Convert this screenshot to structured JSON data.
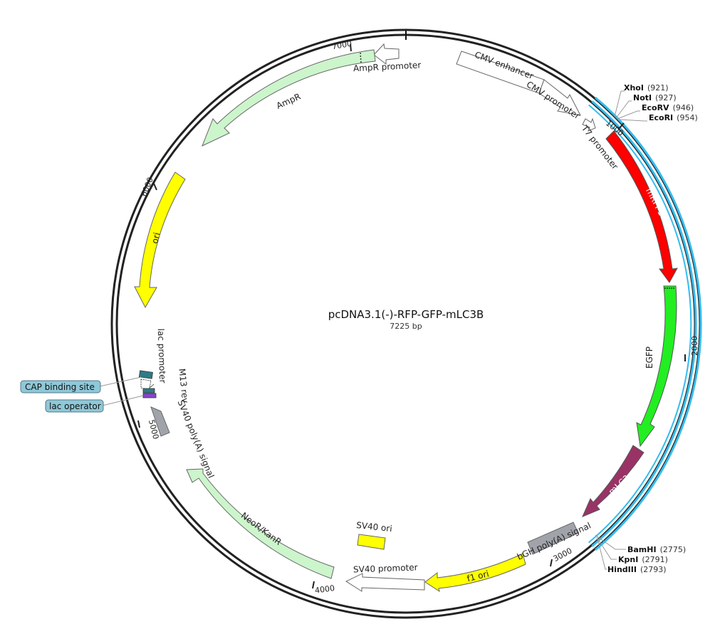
{
  "title": "pcDNA3.1(-)-RFP-GFP-mLC3B",
  "subtitle": "7225 bp",
  "ticks": [
    "1000",
    "2000",
    "3000",
    "4000",
    "5000",
    "6000",
    "7000"
  ],
  "features": {
    "ampr_promoter": "AmpR promoter",
    "ampr": "AmpR",
    "ori": "ori",
    "lac_promoter": "lac promoter",
    "m13_rev": "M13 rev",
    "sv40_polya": "SV40 poly(A) signal",
    "neor": "NeoR/KanR",
    "sv40_ori": "SV40 ori",
    "sv40_promoter": "SV40 promoter",
    "f1_ori": "f1 ori",
    "bgh": "bGH poly(A) signal",
    "mlc3": "mLC3",
    "egfp": "EGFP",
    "mrfp1": "mRFP1",
    "t7": "T7 promoter",
    "cmv_promoter": "CMV promoter",
    "cmv_enhancer": "CMV enhancer"
  },
  "callouts": {
    "cap": "CAP binding site",
    "lac_operator": "lac operator"
  },
  "sites": {
    "xhoi": {
      "name": "XhoI",
      "pos": "(921)"
    },
    "noti": {
      "name": "NotI",
      "pos": "(927)"
    },
    "ecorv": {
      "name": "EcoRV",
      "pos": "(946)"
    },
    "ecori": {
      "name": "EcoRI",
      "pos": "(954)"
    },
    "bamhi": {
      "name": "BamHI",
      "pos": "(2775)"
    },
    "kpni": {
      "name": "KpnI",
      "pos": "(2791)"
    },
    "hindiii": {
      "name": "HindIII",
      "pos": "(2793)"
    }
  },
  "colors": {
    "backbone": "#222222",
    "insert": "#33bbee",
    "mrfp1": "#ff0000",
    "egfp": "#22ee22",
    "mlc3": "#993366",
    "ampr": "#ccf5cc",
    "ori": "#ffff00",
    "polya": "#a0a4aa",
    "callout": "#8fc8d8"
  }
}
